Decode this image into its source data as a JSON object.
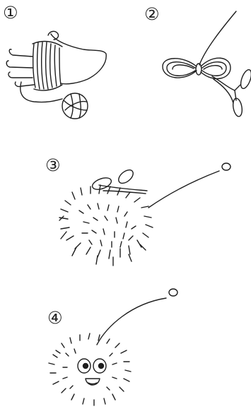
{
  "steps": [
    {
      "number": "①",
      "illustration": "hand-wrapping-yarn"
    },
    {
      "number": "②",
      "illustration": "tied-yarn-bundle-with-scissors"
    },
    {
      "number": "③",
      "illustration": "cut-yarn-pompom-with-scissors"
    },
    {
      "number": "④",
      "illustration": "finished-pompom-face"
    }
  ]
}
